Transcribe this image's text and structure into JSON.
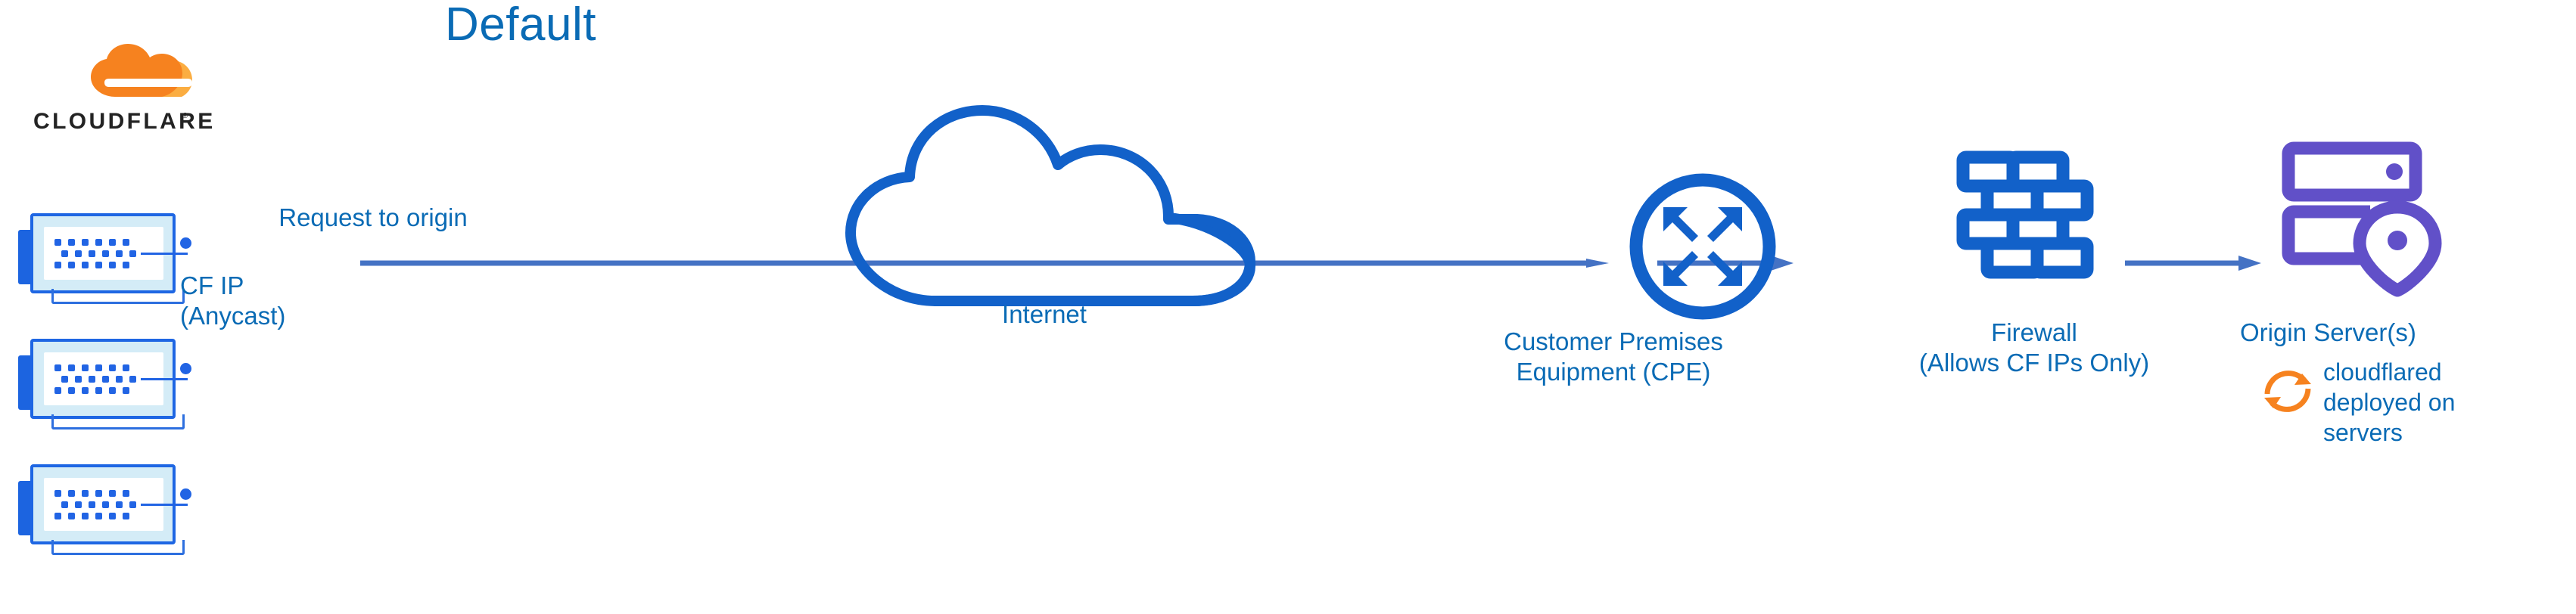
{
  "diagram": {
    "title": "Default",
    "type": "network-flow",
    "colors": {
      "title_blue": "#0A6BB5",
      "label_blue": "#0A6BB5",
      "icon_blue": "#1261C9",
      "arrow_blue": "#4472C4",
      "origin_purple": "#6150C8",
      "cloudflare_orange": "#F6821F",
      "cloudflare_orange_light": "#FBAD41",
      "rack_border_blue": "#1E66E3",
      "rack_fill_blue": "#D4ECF7",
      "wordmark_black": "#232323"
    },
    "brand": {
      "logo_wordmark": "CLOUDFLARE",
      "logo_mark": "cloudflare-cloud-icon",
      "registered_mark": "®"
    },
    "nodes": [
      {
        "id": "cloudflare-edge",
        "label": "",
        "icon": "server-rack-icon",
        "count": 3
      },
      {
        "id": "internet",
        "label": "Internet",
        "icon": "cloud-outline-icon"
      },
      {
        "id": "cpe",
        "label_line1": "Customer Premises",
        "label_line2": "Equipment (CPE)",
        "icon": "router-arrows-icon"
      },
      {
        "id": "firewall",
        "label_line1": "Firewall",
        "label_line2": "(Allows CF IPs Only)",
        "icon": "brick-wall-icon"
      },
      {
        "id": "origin",
        "label": "Origin Server(s)",
        "icon": "server-location-pin-icon"
      }
    ],
    "annotations": {
      "request_label": "Request to origin",
      "cf_ip_line1": "CF IP",
      "cf_ip_line2": "(Anycast)",
      "cloudflared_line1": "cloudflared",
      "cloudflared_line2": "deployed on",
      "cloudflared_line3": "servers",
      "cloudflared_icon": "sync-arrows-icon"
    },
    "connections": [
      {
        "from": "cloudflare-edge",
        "to": "cpe",
        "label": "Request to origin",
        "style": "arrow-right"
      },
      {
        "from": "cpe",
        "to": "firewall",
        "label": "",
        "style": "arrow-right"
      },
      {
        "from": "firewall",
        "to": "origin",
        "label": "",
        "style": "arrow-right"
      }
    ]
  }
}
